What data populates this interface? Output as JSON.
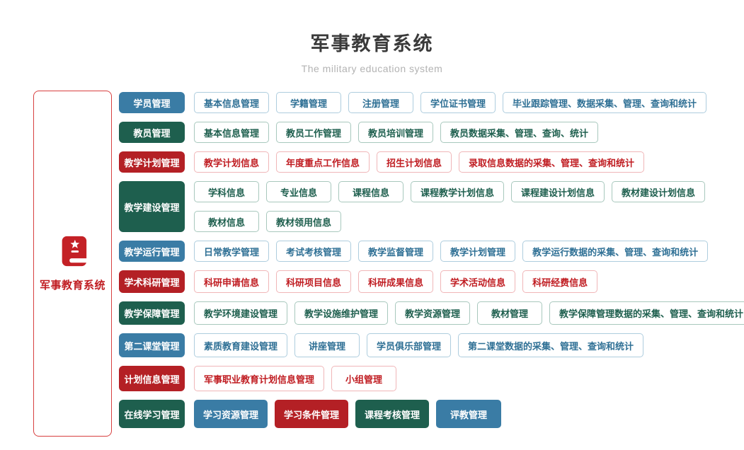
{
  "header": {
    "title": "军事教育系统",
    "subtitle": "The military education system"
  },
  "sidebar": {
    "label": "军事教育系统",
    "icon": "book-star-icon"
  },
  "colors": {
    "blue": "#3A7CA5",
    "green": "#1E5F4E",
    "red": "#B42025",
    "blue_outline_border": "#AECDDE",
    "green_outline_border": "#A8C8BD",
    "red_outline_border": "#F0B6B8",
    "sidebar_border_red": "#D84040",
    "sidebar_text_red": "#C01D22",
    "title_text": "#3A3A3A",
    "subtitle_text": "#B3B3B3"
  },
  "rows": [
    {
      "category": {
        "label": "学员管理"
      },
      "color": "blue",
      "lines": [
        [
          {
            "label": "基本信息管理"
          },
          {
            "label": "学籍管理"
          },
          {
            "label": "注册管理"
          },
          {
            "label": "学位证书管理"
          },
          {
            "label": "毕业跟踪管理、数据采集、管理、查询和统计"
          }
        ]
      ]
    },
    {
      "category": {
        "label": "教员管理"
      },
      "color": "green",
      "lines": [
        [
          {
            "label": "基本信息管理"
          },
          {
            "label": "教员工作管理"
          },
          {
            "label": "教员培训管理"
          },
          {
            "label": "教员数据采集、管理、查询、统计"
          }
        ]
      ]
    },
    {
      "category": {
        "label": "教学计划管理"
      },
      "color": "red",
      "lines": [
        [
          {
            "label": "教学计划信息"
          },
          {
            "label": "年度重点工作信息"
          },
          {
            "label": "招生计划信息"
          },
          {
            "label": "录取信息数据的采集、管理、查询和统计"
          }
        ]
      ]
    },
    {
      "category": {
        "label": "教学建设管理"
      },
      "color": "green",
      "lines": [
        [
          {
            "label": "学科信息"
          },
          {
            "label": "专业信息"
          },
          {
            "label": "课程信息"
          },
          {
            "label": "课程教学计划信息"
          },
          {
            "label": "课程建设计划信息"
          },
          {
            "label": "教材建设计划信息"
          }
        ],
        [
          {
            "label": "教材信息"
          },
          {
            "label": "教材领用信息"
          }
        ]
      ]
    },
    {
      "category": {
        "label": "教学运行管理"
      },
      "color": "blue",
      "lines": [
        [
          {
            "label": "日常教学管理"
          },
          {
            "label": "考试考核管理"
          },
          {
            "label": "教学监督管理"
          },
          {
            "label": "教学计划管理"
          },
          {
            "label": "教学运行数据的采集、管理、查询和统计"
          }
        ]
      ]
    },
    {
      "category": {
        "label": "学术科研管理"
      },
      "color": "red",
      "lines": [
        [
          {
            "label": "科研申请信息"
          },
          {
            "label": "科研项目信息"
          },
          {
            "label": "科研成果信息"
          },
          {
            "label": "学术活动信息"
          },
          {
            "label": "科研经费信息"
          }
        ]
      ]
    },
    {
      "category": {
        "label": "教学保障管理"
      },
      "color": "green",
      "lines": [
        [
          {
            "label": "教学环境建设管理"
          },
          {
            "label": "教学设施维护管理"
          },
          {
            "label": "教学资源管理"
          },
          {
            "label": "教材管理"
          },
          {
            "label": "教学保障管理数据的采集、管理、查询和统计"
          }
        ]
      ]
    },
    {
      "category": {
        "label": "第二课堂管理"
      },
      "color": "blue",
      "lines": [
        [
          {
            "label": "素质教育建设管理"
          },
          {
            "label": "讲座管理"
          },
          {
            "label": "学员俱乐部管理"
          },
          {
            "label": "第二课堂数据的采集、管理、查询和统计"
          }
        ]
      ]
    },
    {
      "category": {
        "label": "计划信息管理"
      },
      "color": "red",
      "lines": [
        [
          {
            "label": "军事职业教育计划信息管理"
          },
          {
            "label": "小组管理"
          }
        ]
      ]
    },
    {
      "category": {
        "label": "在线学习管理"
      },
      "color": "green",
      "lines": [
        [
          {
            "label": "学习资源管理",
            "variant": "fill",
            "color": "blue"
          },
          {
            "label": "学习条件管理",
            "variant": "fill",
            "color": "red"
          },
          {
            "label": "课程考核管理",
            "variant": "fill",
            "color": "green"
          },
          {
            "label": "评教管理",
            "variant": "fill",
            "color": "blue"
          }
        ]
      ]
    }
  ]
}
